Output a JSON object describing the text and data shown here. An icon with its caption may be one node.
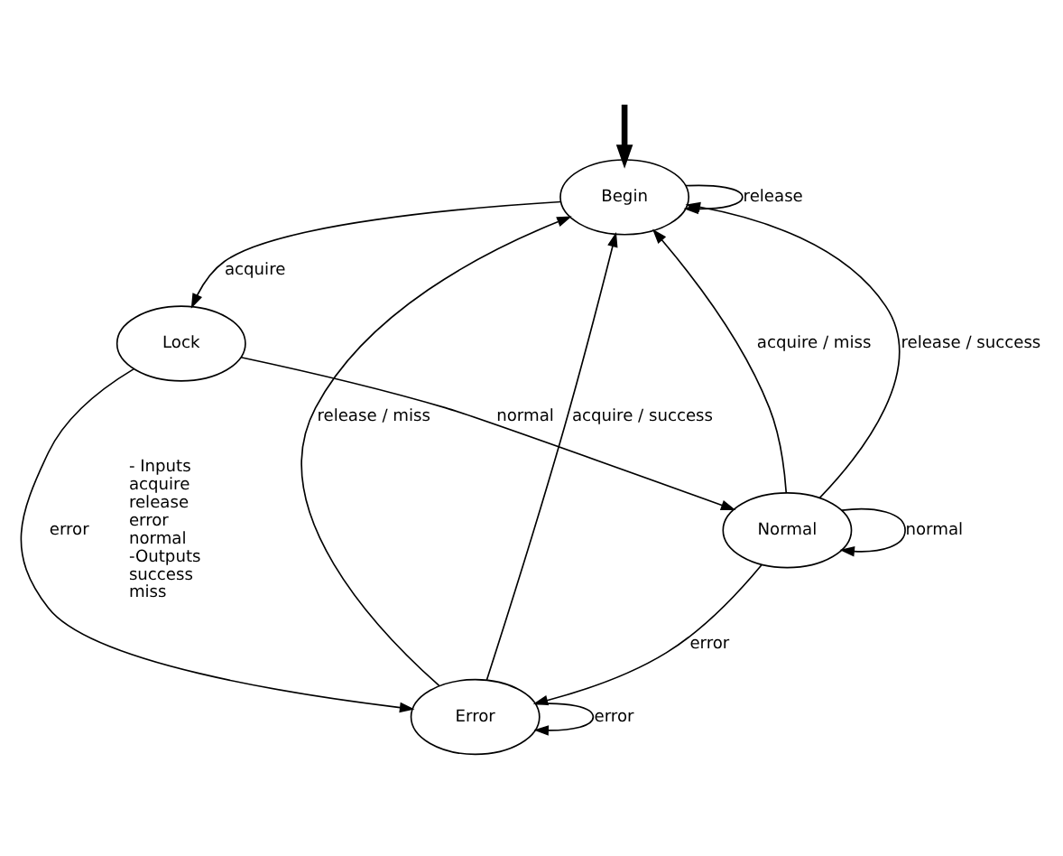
{
  "diagram": {
    "nodes": [
      {
        "text": [
          "Begin"
        ]
      },
      {
        "text": [
          "Lock"
        ]
      },
      {
        "text": [
          "Error"
        ]
      },
      {
        "text": [
          "Normal"
        ]
      }
    ],
    "edges": [
      {
        "from": 0,
        "to": 0,
        "arrow": "to",
        "label": "release"
      },
      {
        "from": null,
        "to": 0,
        "arrow": "to",
        "style": "thick"
      },
      {
        "from": 0,
        "to": 1,
        "arrow": "to",
        "label": "acquire"
      },
      {
        "from": 2,
        "to": 0,
        "arrow": "to",
        "label": "release / miss"
      },
      {
        "from": 2,
        "to": 0,
        "arrow": "to",
        "label": "acquire / success"
      },
      {
        "from": 1,
        "to": 2,
        "arrow": "to",
        "label": "error"
      },
      {
        "from": 2,
        "to": 2,
        "arrow": "to",
        "label": "error"
      },
      {
        "from": 1,
        "to": 3,
        "arrow": "to",
        "label": "normal"
      },
      {
        "from": 3,
        "to": 2,
        "arrow": "to",
        "label": "error"
      },
      {
        "from": 3,
        "to": 0,
        "arrow": "to",
        "label": "acquire / miss"
      },
      {
        "from": 3,
        "to": 0,
        "arrow": "to",
        "label": "release / success"
      },
      {
        "from": 3,
        "to": 3,
        "arrow": "to",
        "label": "normal"
      }
    ],
    "labels": [
      "- Inputs",
      "acquire",
      "release",
      "error",
      "normal",
      "-Outputs",
      "success",
      "miss"
    ]
  }
}
